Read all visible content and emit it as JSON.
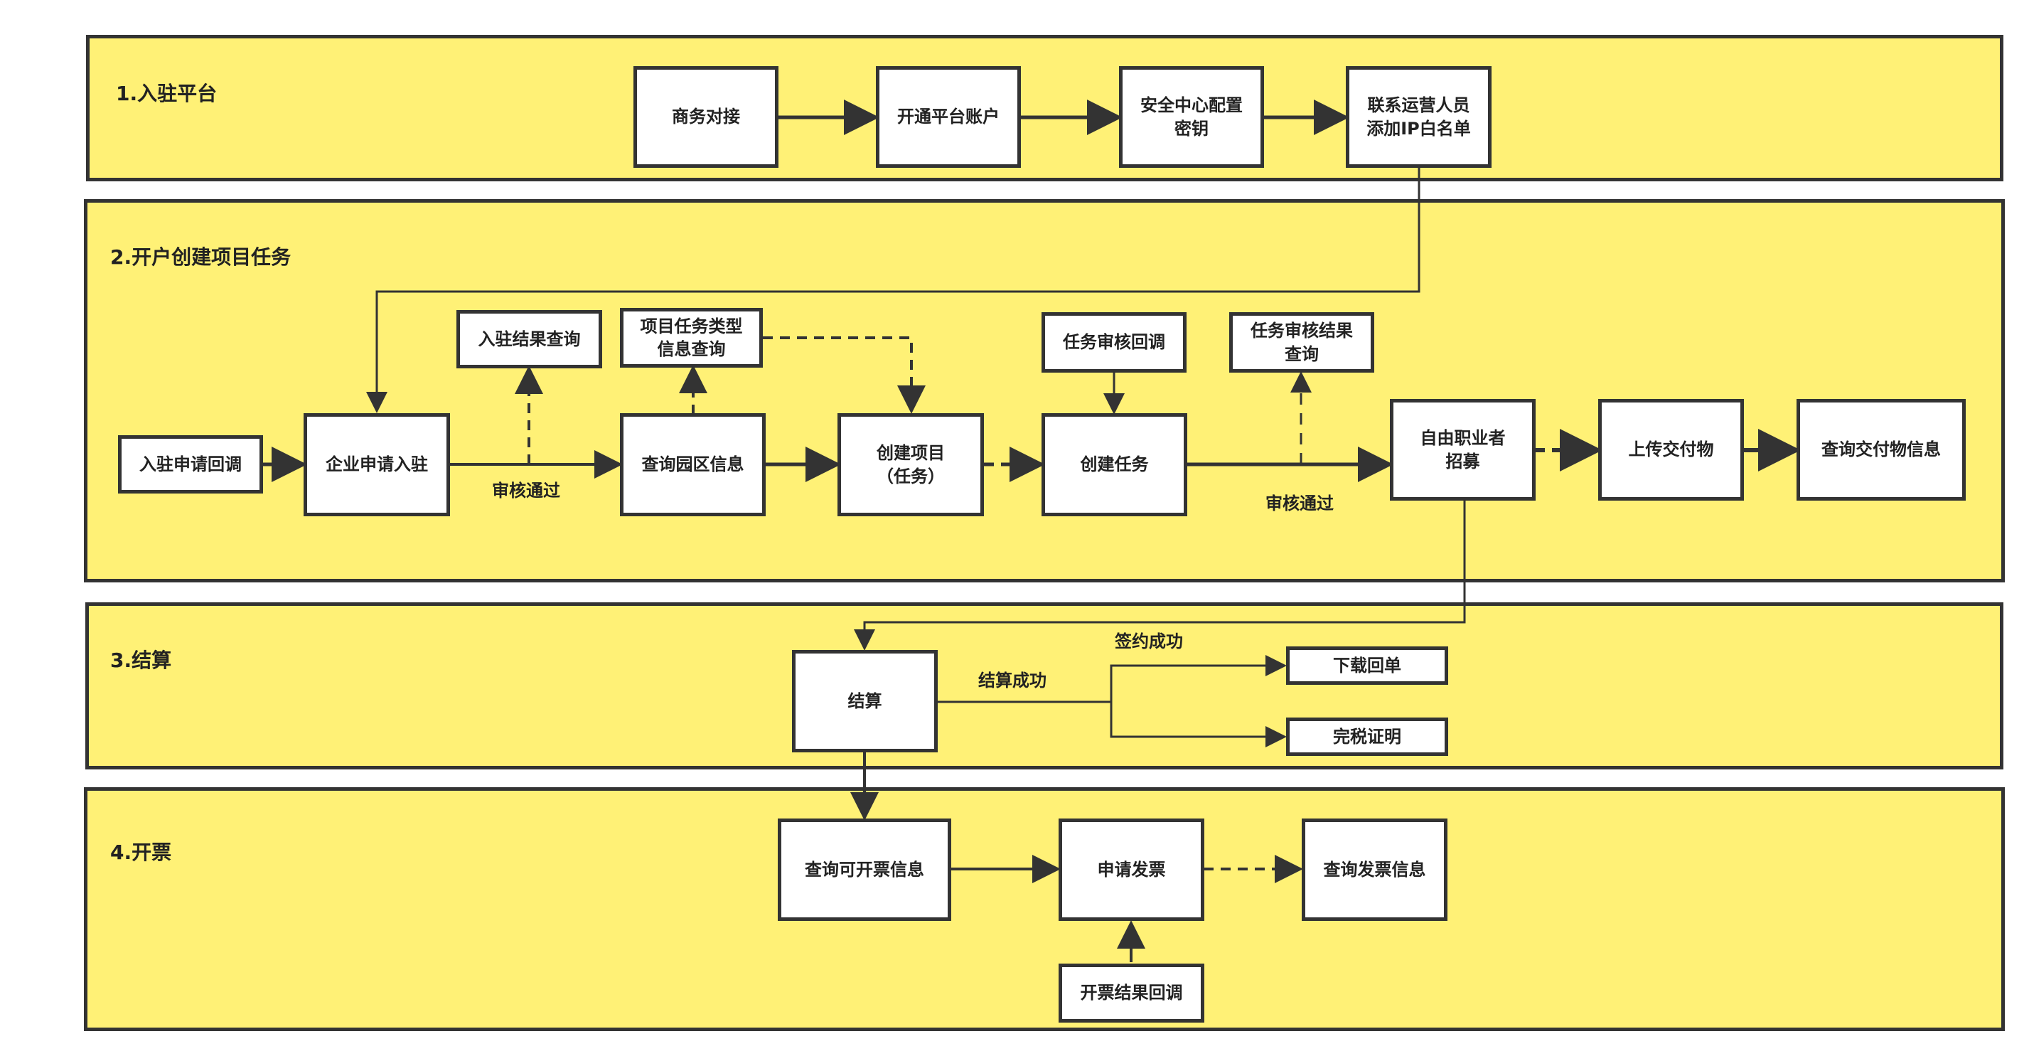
{
  "lanes": [
    {
      "title": "1.入驻平台"
    },
    {
      "title": "2.开户创建项目任务"
    },
    {
      "title": "3.结算"
    },
    {
      "title": "4.开票"
    }
  ],
  "nodes": {
    "business_contact": "商务对接",
    "open_account": "开通平台账户",
    "security_key": "安全中心配置\n密钥",
    "ip_whitelist": "联系运营人员\n添加IP白名单",
    "onboard_callback": "入驻申请回调",
    "enterprise_apply": "企业申请入驻",
    "onboard_result_query": "入驻结果查询",
    "project_type_query": "项目任务类型\n信息查询",
    "park_info_query": "查询园区信息",
    "create_project": "创建项目\n（任务）",
    "task_review_callback": "任务审核回调",
    "create_task": "创建任务",
    "task_review_result_query": "任务审核结果\n查询",
    "freelancer_recruit": "自由职业者\n招募",
    "upload_deliverable": "上传交付物",
    "query_deliverable": "查询交付物信息",
    "settlement": "结算",
    "download_receipt": "下载回单",
    "tax_certificate": "完税证明",
    "query_invoiceable": "查询可开票信息",
    "apply_invoice": "申请发票",
    "query_invoice": "查询发票信息",
    "invoice_callback": "开票结果回调"
  },
  "edge_labels": {
    "review_pass_1": "审核通过",
    "review_pass_2": "审核通过",
    "contract_success": "签约成功",
    "settlement_success": "结算成功"
  },
  "colors": {
    "lane_fill": "#fff176",
    "stroke": "#333333",
    "node_fill": "#ffffff"
  }
}
